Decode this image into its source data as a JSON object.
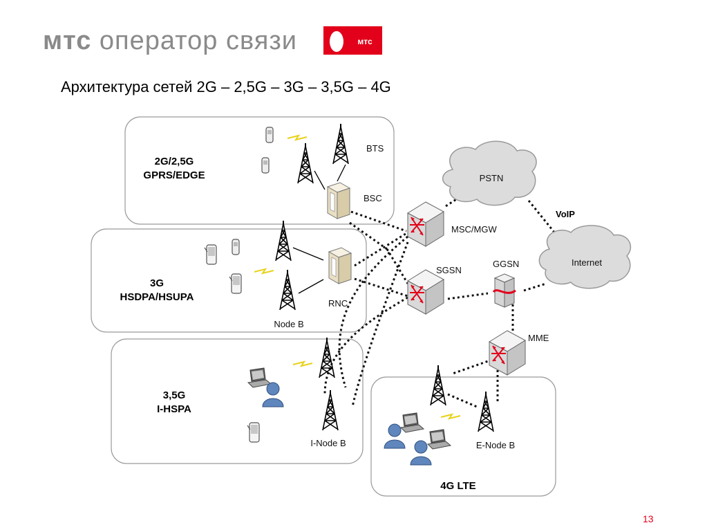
{
  "header": {
    "brand_bold": "мтс",
    "brand_rest": " оператор связи",
    "logo_text": "мтс"
  },
  "title": "Архитектура сетей 2G – 2,5G – 3G – 3,5G – 4G",
  "zones": {
    "z2g_line1": "2G/2,5G",
    "z2g_line2": "GPRS/EDGE",
    "z3g_line1": "3G",
    "z3g_line2": "HSDPA/HSUPA",
    "z35g_line1": "3,5G",
    "z35g_line2": "I-HSPA",
    "z4g": "4G LTE"
  },
  "labels": {
    "bts": "BTS",
    "bsc": "BSC",
    "rnc": "RNC",
    "node_b": "Node B",
    "i_node_b": "I-Node B",
    "e_node_b": "E-Node B",
    "msc_mgw": "MSC/MGW",
    "sgsn": "SGSN",
    "ggsn": "GGSN",
    "mme": "MME",
    "pstn": "PSTN",
    "internet": "Internet",
    "voip": "VoIP"
  },
  "page_number": "13",
  "colors": {
    "brand_red": "#e2001a",
    "gray_text": "#8a8a8a",
    "zone_border": "#9a9a9a",
    "cloud_fill": "#dcdcdc"
  }
}
